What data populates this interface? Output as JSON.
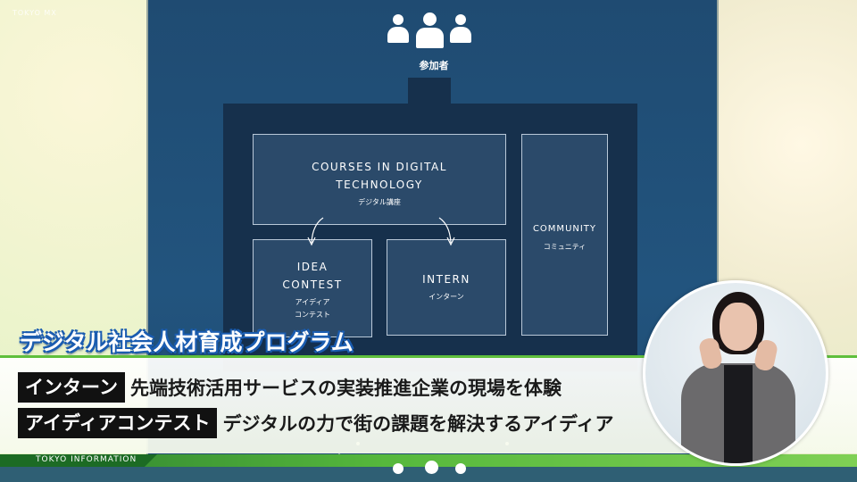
{
  "channel": {
    "logo_text": "TOKYO MX"
  },
  "slide": {
    "participants_label": "参加者",
    "courses": {
      "title_line1": "COURSES IN DIGITAL",
      "title_line2": "TECHNOLOGY",
      "subtitle": "デジタル講座"
    },
    "idea": {
      "title_line1": "IDEA",
      "title_line2": "CONTEST",
      "subtitle_line1": "アイディア",
      "subtitle_line2": "コンテスト"
    },
    "intern": {
      "title": "INTERN",
      "subtitle": "インターン"
    },
    "community": {
      "title": "COMMUNITY",
      "subtitle": "コミュニティ"
    }
  },
  "program_title": "デジタル社会人材育成プログラム",
  "captions": [
    {
      "label": "インターン",
      "text": "先端技術活用サービスの実装推進企業の現場を体験"
    },
    {
      "label": "アイディアコンテスト",
      "text": "デジタルの力で街の課題を解決するアイディア"
    }
  ],
  "bottom": {
    "info_label": "TOKYO INFORMATION"
  },
  "colors": {
    "slide_bg": "#22547e",
    "frame": "#16304c",
    "box": "#2b4a6a",
    "title_outline": "#1a5cb0",
    "accent_green": "#56b83c"
  },
  "icons": {
    "participants": "group-of-people-icon"
  }
}
